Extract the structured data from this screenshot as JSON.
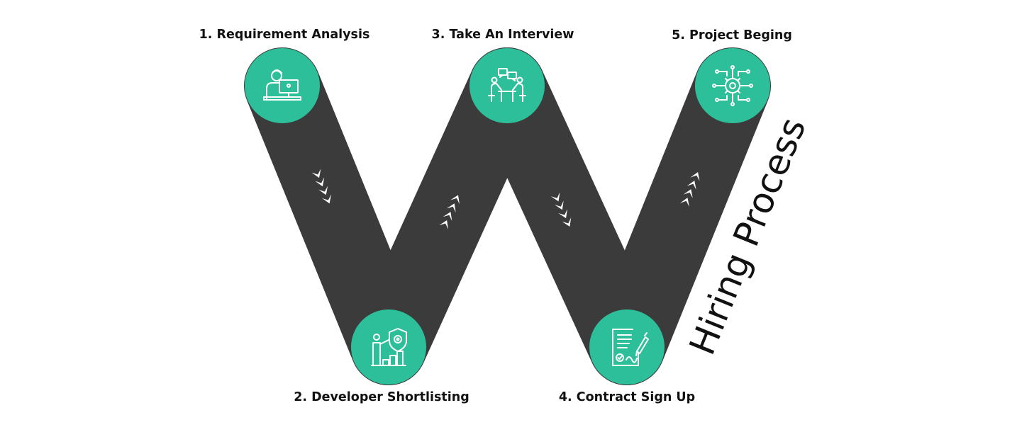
{
  "title": "Hiring Process",
  "colors": {
    "road": "#3b3b3b",
    "node": "#2dbf99",
    "text": "#111111",
    "arrow": "#ffffff"
  },
  "steps": [
    {
      "label": "1. Requirement Analysis",
      "icon": "developer-at-computer-icon"
    },
    {
      "label": "2. Developer Shortlisting",
      "icon": "person-shield-gear-icon"
    },
    {
      "label": "3. Take An Interview",
      "icon": "interview-chat-icon"
    },
    {
      "label": "4. Contract Sign Up",
      "icon": "contract-pen-icon"
    },
    {
      "label": "5. Project Beging",
      "icon": "project-network-gear-icon"
    }
  ]
}
